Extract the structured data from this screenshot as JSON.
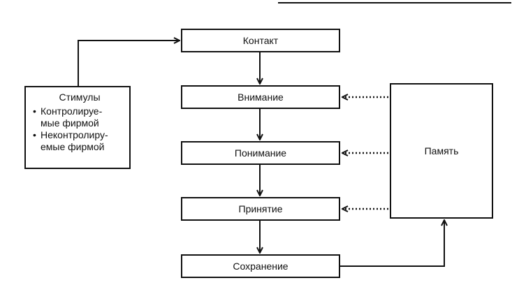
{
  "diagram": {
    "stimuli": {
      "title": "Стимулы",
      "items": [
        {
          "line1": "Контролируе-",
          "line2": "мые фирмой"
        },
        {
          "line1": "Неконтролиру-",
          "line2": "емые фирмой"
        }
      ]
    },
    "stages": [
      {
        "label": "Контакт"
      },
      {
        "label": "Внимание"
      },
      {
        "label": "Понимание"
      },
      {
        "label": "Принятие"
      },
      {
        "label": "Сохранение"
      }
    ],
    "memory": {
      "label": "Память"
    }
  }
}
